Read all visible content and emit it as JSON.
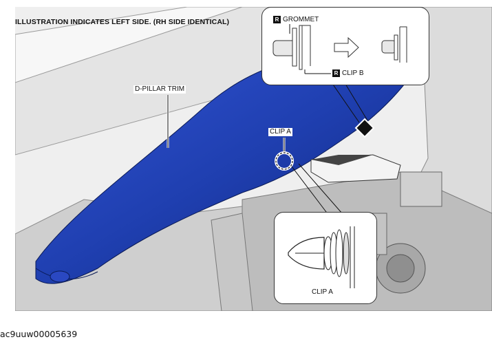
{
  "header_note": "ILLUSTRATION INDICATES LEFT SIDE. (RH SIDE IDENTICAL)",
  "labels": {
    "d_pillar_trim": "D-PILLAR TRIM",
    "clip_a_main": "CLIP A",
    "clip_a_detail": "CLIP A",
    "grommet": "GROMMET",
    "clip_b": "CLIP B",
    "replace_tag": "R"
  },
  "reference_code": "ac9uuw00005639",
  "colors": {
    "trim_blue": "#1f3fb0",
    "trim_blue_dark": "#0f2478",
    "body_gray": "#d8d8d8"
  }
}
